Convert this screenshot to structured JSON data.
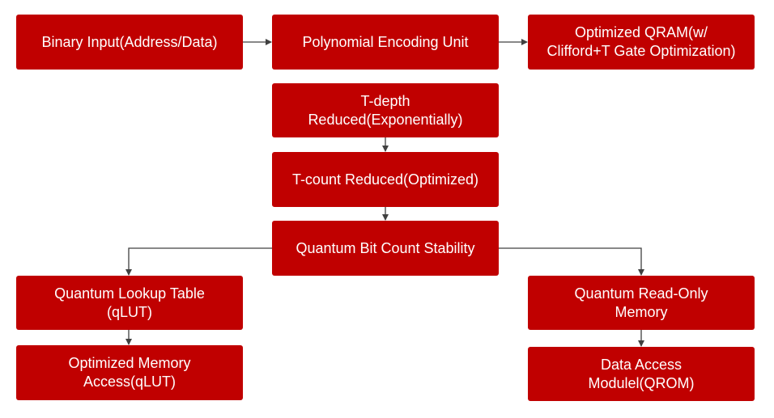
{
  "colors": {
    "node_fill": "#c00000",
    "node_text": "#ffffff",
    "connector": "#404040"
  },
  "nodes": {
    "binary_input": {
      "lines": [
        "Binary Input(Address/Data)"
      ]
    },
    "poly_encoding": {
      "lines": [
        "Polynomial Encoding Unit"
      ]
    },
    "optimized_qram": {
      "lines": [
        "Optimized QRAM(w/",
        "Clifford+T Gate Optimization)"
      ]
    },
    "t_depth": {
      "lines": [
        "T-depth",
        "Reduced(Exponentially)"
      ]
    },
    "t_count": {
      "lines": [
        "T-count Reduced(Optimized)"
      ]
    },
    "qubit_stability": {
      "lines": [
        "Quantum Bit Count Stability"
      ]
    },
    "qlut": {
      "lines": [
        "Quantum Lookup Table",
        "(qLUT)"
      ]
    },
    "optimized_memory": {
      "lines": [
        "Optimized Memory",
        "Access(qLUT)"
      ]
    },
    "qrom": {
      "lines": [
        "Quantum Read-Only",
        "Memory"
      ]
    },
    "data_access": {
      "lines": [
        "Data Access",
        "Modulel(QROM)"
      ]
    }
  }
}
